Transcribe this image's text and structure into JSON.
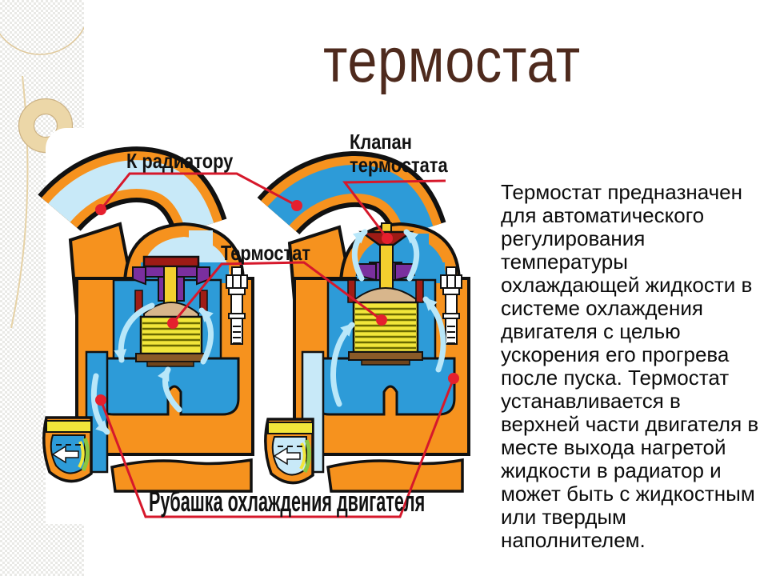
{
  "slide": {
    "title": "термостат"
  },
  "description": {
    "text": "Термостат предназначен для автоматического регулирования температуры охлаждающей жидкости в системе охлаждения двигателя с целью ускорения его прогрева после пуска. Термостат устанавливается в верхней части двигателя в месте выхода нагретой жидкости в радиатор и может быть с жидкостным или твердым наполнителем."
  },
  "diagram": {
    "labels": {
      "to_radiator": "К радиатору",
      "thermostat_valve": "Клапан термостата",
      "thermostat": "Термостат",
      "cooling_jacket": "Рубашка охлаждения двигателя"
    },
    "colors": {
      "housing_orange": "#f6921e",
      "hot_coolant_blue": "#2d9bd8",
      "cold_coolant_blue": "#c8e9f8",
      "flow_arrow_blue": "#b9e7f9",
      "spring_yellow": "#f2e63a",
      "valve_maroon": "#9e1b15",
      "housing_purple": "#7a2f9e",
      "callout_red": "#d6182b",
      "title_brown": "#4e2a1d",
      "strip_cream": "#ecd7a8"
    }
  }
}
